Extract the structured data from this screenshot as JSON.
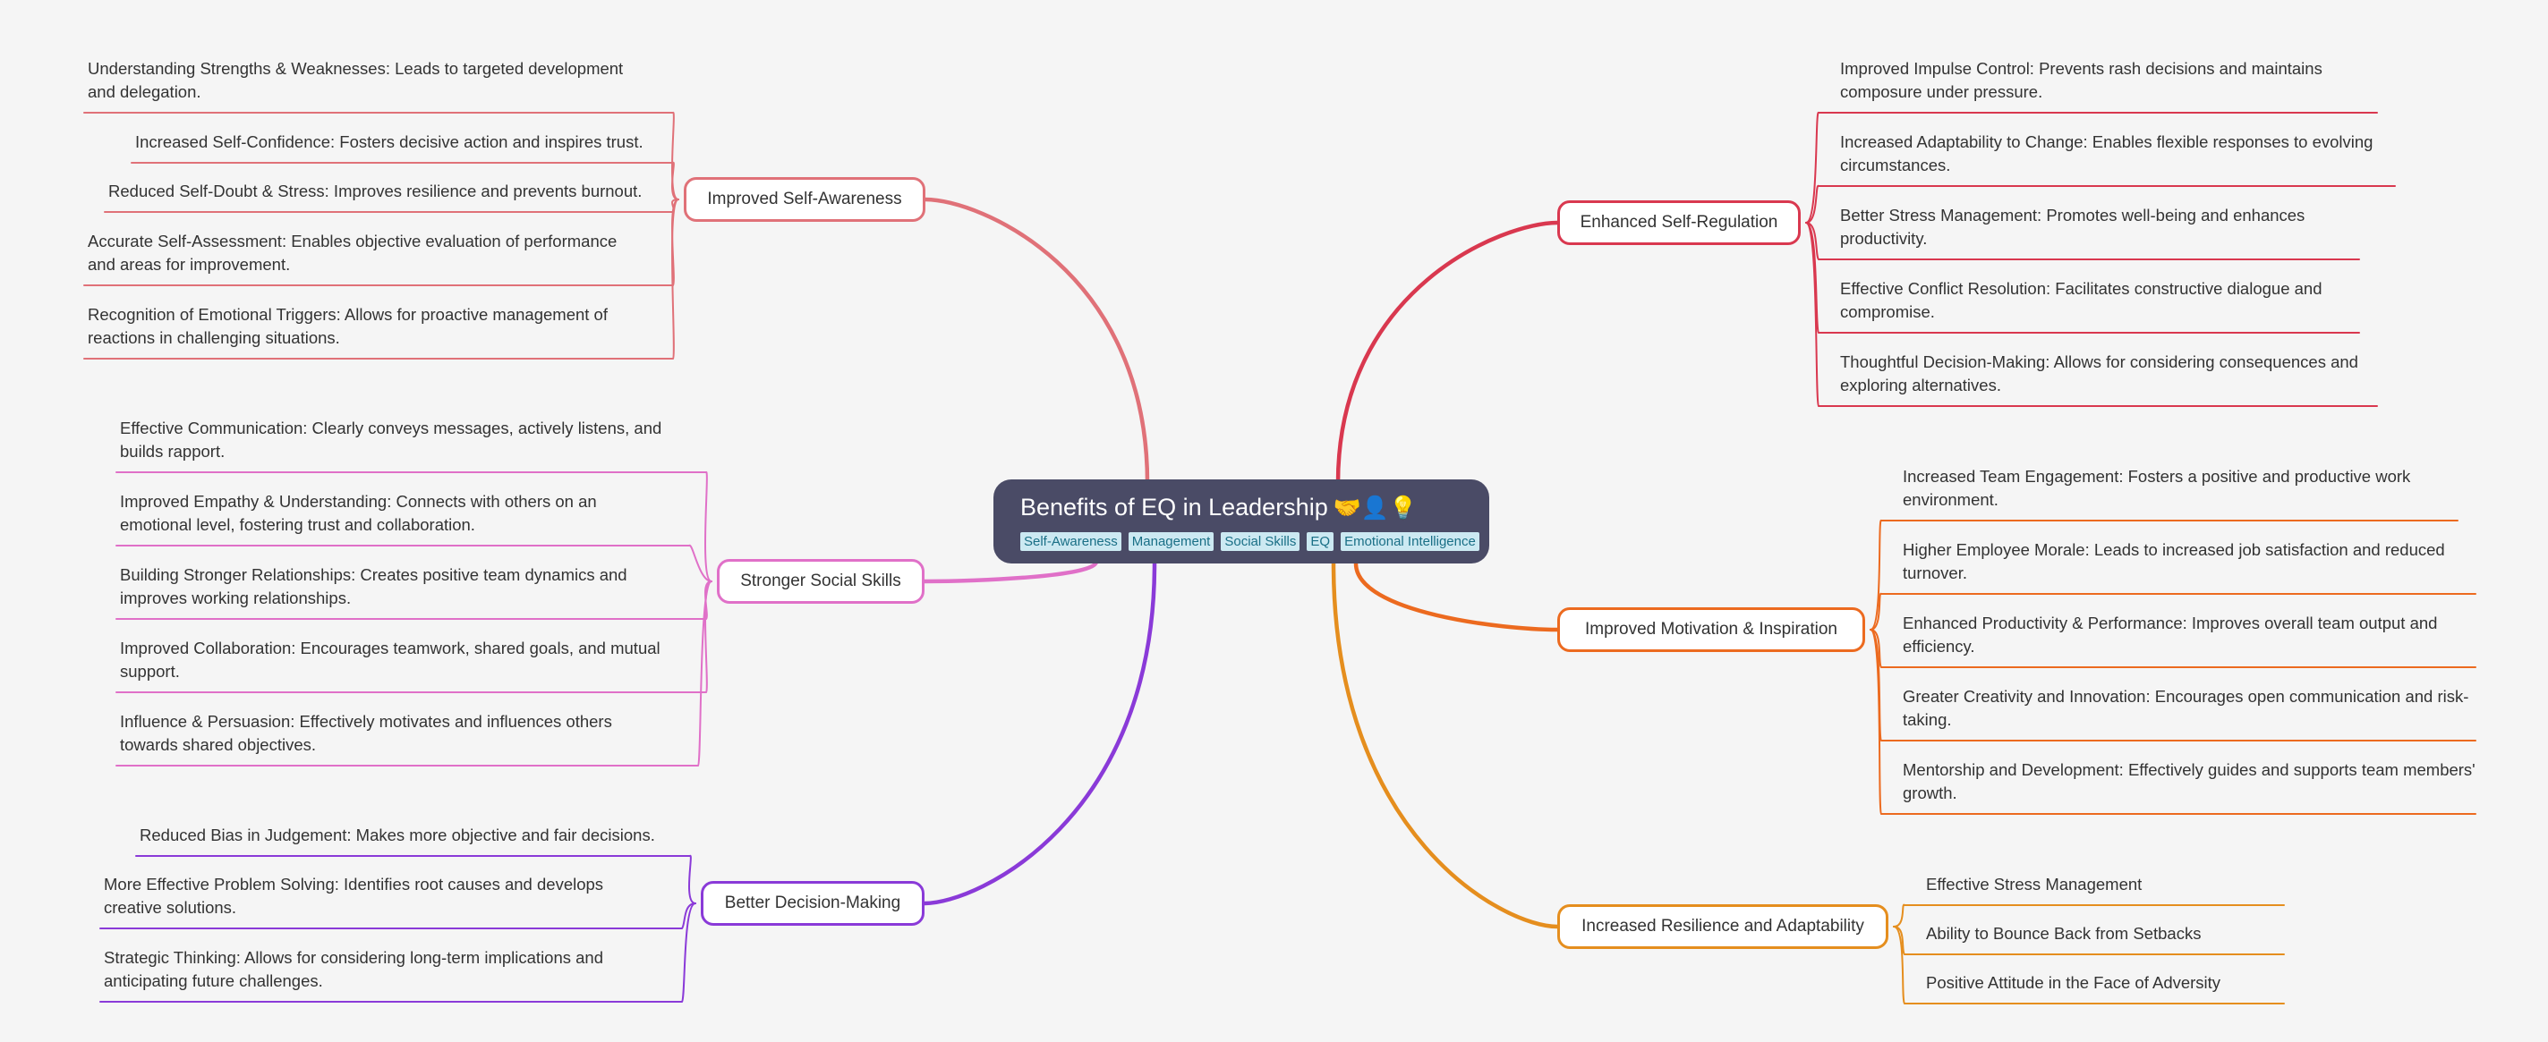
{
  "root": {
    "title": "Benefits of EQ in Leadership",
    "emoji": "🤝👤💡",
    "tags": [
      "Self-Awareness",
      "Management",
      "Social Skills",
      "EQ",
      "Emotional Intelligence"
    ]
  },
  "branches": [
    {
      "id": "self-awareness",
      "title": "Improved Self-Awareness",
      "color": "#e07178",
      "items": [
        "Understanding Strengths & Weaknesses:  Leads to targeted development and delegation.",
        "Increased Self-Confidence: Fosters decisive action and inspires trust.",
        "Reduced Self-Doubt & Stress: Improves resilience and prevents burnout.",
        "Accurate Self-Assessment: Enables objective evaluation of performance and areas for improvement.",
        "Recognition of Emotional Triggers: Allows for proactive management of reactions in challenging situations."
      ]
    },
    {
      "id": "social-skills",
      "title": "Stronger Social Skills",
      "color": "#e070c8",
      "items": [
        "Effective Communication:  Clearly conveys messages, actively listens, and builds rapport.",
        "Improved Empathy & Understanding:  Connects with others on an emotional level, fostering trust and collaboration.",
        "Building Stronger Relationships: Creates positive team dynamics and improves working relationships.",
        "Improved Collaboration:  Encourages teamwork, shared goals, and mutual support.",
        "Influence & Persuasion:  Effectively motivates and influences others towards shared objectives."
      ]
    },
    {
      "id": "decision-making",
      "title": "Better Decision-Making",
      "color": "#8a3ad8",
      "items": [
        "Reduced Bias in Judgement:  Makes more objective and fair decisions.",
        "More Effective Problem Solving:  Identifies root causes and develops creative solutions.",
        "Strategic Thinking: Allows for considering long-term implications and anticipating future challenges."
      ]
    },
    {
      "id": "self-regulation",
      "title": "Enhanced Self-Regulation",
      "color": "#d9384f",
      "items": [
        "Improved Impulse Control: Prevents rash decisions and maintains composure under pressure.",
        "Increased Adaptability to Change: Enables flexible responses to evolving circumstances.",
        "Better Stress Management: Promotes well-being and enhances productivity.",
        "Effective Conflict Resolution:  Facilitates constructive dialogue and compromise.",
        "Thoughtful Decision-Making: Allows for considering consequences and exploring alternatives."
      ]
    },
    {
      "id": "motivation",
      "title": "Improved Motivation & Inspiration",
      "color": "#ec6a1f",
      "items": [
        "Increased Team Engagement: Fosters a positive and productive work environment.",
        "Higher Employee Morale:  Leads to increased job satisfaction and reduced turnover.",
        "Enhanced Productivity & Performance:  Improves overall team output and efficiency.",
        "Greater Creativity and Innovation: Encourages open communication and risk-taking.",
        "Mentorship and Development:  Effectively guides and supports team members' growth."
      ]
    },
    {
      "id": "resilience",
      "title": "Increased Resilience and Adaptability",
      "color": "#e58e1e",
      "items": [
        "Effective Stress Management",
        "Ability to Bounce Back from Setbacks",
        "Positive Attitude in the Face of Adversity"
      ]
    }
  ]
}
